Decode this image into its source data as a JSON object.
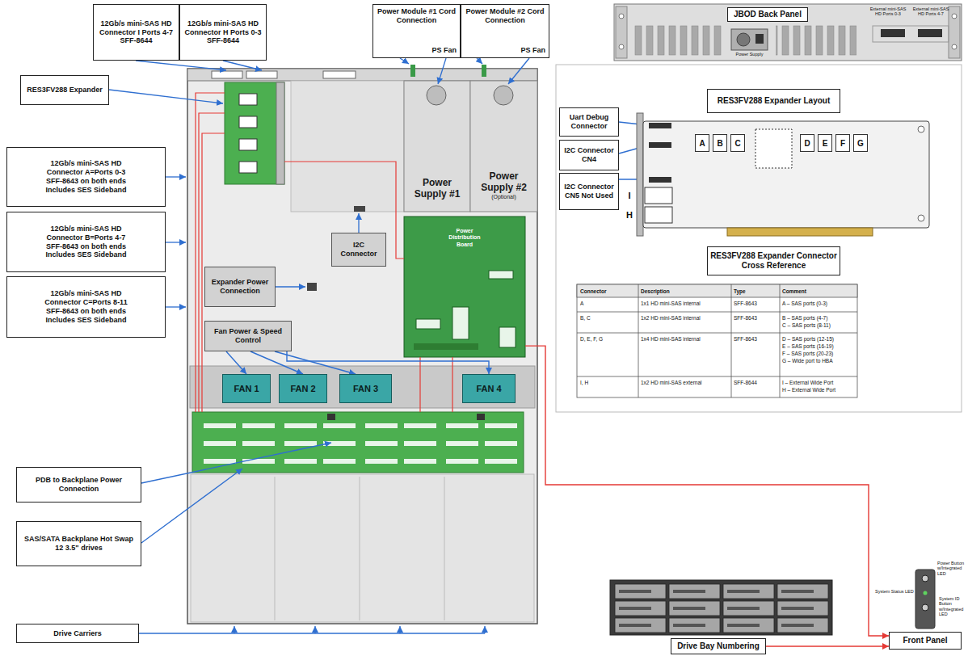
{
  "diagram": {
    "nodes": [
      {
        "text": [
          "12Gb/s mini-SAS HD Connector I Ports 4-7 SFF-8644"
        ]
      },
      {
        "text": [
          "12Gb/s mini-SAS HD Connector H Ports 0-3 SFF-8644"
        ]
      },
      {
        "text": [
          "Power Module #1 Cord Connection",
          "PS Fan"
        ]
      },
      {
        "text": [
          "Power Module #2 Cord Connection",
          "PS Fan"
        ]
      },
      {
        "text": [
          "JBOD Back Panel"
        ]
      },
      {
        "text": [
          "RES3FV288 Expander"
        ]
      },
      {
        "text": [
          "12Gb/s mini-SAS HD Connector A=Ports 0-3 SFF-8643 on both ends Includes SES Sideband"
        ]
      },
      {
        "text": [
          "12Gb/s mini-SAS HD Connector B=Ports 4-7 SFF-8643 on both ends Includes SES Sideband"
        ]
      },
      {
        "text": [
          "12Gb/s mini-SAS HD Connector C=Ports 8-11 SFF-8643 on both ends Includes SES Sideband"
        ]
      },
      {
        "text": [
          "Power Supply #1"
        ]
      },
      {
        "text": [
          "Power Supply #2",
          "(Optional)"
        ]
      },
      {
        "text": [
          "I2C Connector"
        ]
      },
      {
        "text": [
          "Expander Power Connection"
        ]
      },
      {
        "text": [
          "Power Distribution Board"
        ]
      },
      {
        "text": [
          "Fan Power & Speed Control"
        ]
      },
      {
        "text": [
          "FAN 1"
        ]
      },
      {
        "text": [
          "FAN 2"
        ]
      },
      {
        "text": [
          "FAN 3"
        ]
      },
      {
        "text": [
          "FAN 4"
        ]
      },
      {
        "text": [
          "PDB to Backplane Power Connection"
        ]
      },
      {
        "text": [
          "SAS/SATA Backplane Hot Swap 12 3.5\" drives"
        ]
      },
      {
        "text": [
          "Drive Carriers"
        ]
      },
      {
        "text": [
          "Uart Debug Connector"
        ]
      },
      {
        "text": [
          "I2C Connector CN4"
        ]
      },
      {
        "text": [
          "I2C Connector CN5 Not Used"
        ]
      },
      {
        "text": [
          "RES3FV288 Expander Layout"
        ]
      },
      {
        "text": [
          "A"
        ]
      },
      {
        "text": [
          "B"
        ]
      },
      {
        "text": [
          "C"
        ]
      },
      {
        "text": [
          "D"
        ]
      },
      {
        "text": [
          "E"
        ]
      },
      {
        "text": [
          "F"
        ]
      },
      {
        "text": [
          "G"
        ]
      },
      {
        "text": [
          "RES3FV288 Expander Connector Cross Reference"
        ]
      },
      {
        "text": [
          "Front Panel"
        ]
      },
      {
        "text": [
          "Drive Bay Numbering"
        ]
      }
    ],
    "edges": [
      {
        "from": 14,
        "to": 15,
        "arrow": "to"
      },
      {
        "from": 14,
        "to": 16,
        "arrow": "to"
      },
      {
        "from": 14,
        "to": 17,
        "arrow": "to"
      },
      {
        "from": 14,
        "to": 18,
        "arrow": "to"
      },
      {
        "from": 13,
        "to": 34,
        "arrow": "to"
      },
      {
        "from": 35,
        "to": 34,
        "arrow": "to"
      }
    ],
    "labels": [
      "Connector",
      "Description",
      "Type",
      "Comment",
      "A",
      "1x1 HD mini-SAS internal",
      "SFF-8643",
      "A – SAS ports (0-3)",
      "B, C",
      "1x2 HD mini-SAS internal",
      "SFF-8643",
      "B – SAS ports (4-7)",
      "C – SAS ports (8-11)",
      "D, E, F, G",
      "1x4 HD mini-SAS internal",
      "SFF-8643",
      "D – SAS ports (12-15)",
      "E – SAS ports (16-19)",
      "F – SAS ports (20-23)",
      "G – Wide port to HBA",
      "I, H",
      "1x2 HD mini-SAS external",
      "SFF-8644",
      "I – External Wide Port",
      "H – External Wide Port",
      "I",
      "H",
      "External mini-SAS HD Ports 0-3",
      "External mini-SAS HD Ports 4-7",
      "Power Supply",
      "Power Button w/Integrated LED",
      "System Status LED",
      "System ID Button w/Integrated LED"
    ]
  }
}
